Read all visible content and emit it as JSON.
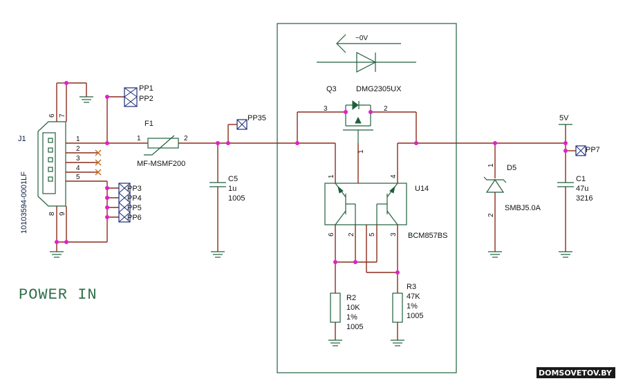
{
  "title": "POWER IN",
  "watermark": "DOMSOVETOV.BY",
  "connector": {
    "ref": "J1",
    "part": "10103594-0001LF",
    "pins": [
      "1",
      "2",
      "3",
      "4",
      "5",
      "6",
      "7",
      "8",
      "9"
    ]
  },
  "test_points": {
    "pp1": "PP1",
    "pp2": "PP2",
    "pp3": "PP3",
    "pp4": "PP4",
    "pp5": "PP5",
    "pp6": "PP6",
    "pp7": "PP7",
    "pp35": "PP35"
  },
  "fuse": {
    "ref": "F1",
    "part": "MF-MSMF200",
    "pin1": "1",
    "pin2": "2"
  },
  "c5": {
    "ref": "C5",
    "value": "1u",
    "size": "1005"
  },
  "diode_hint": {
    "label": "~0V"
  },
  "q3": {
    "ref": "Q3",
    "part": "DMG2305UX",
    "pin1": "1",
    "pin2": "2",
    "pin3": "3"
  },
  "u14": {
    "ref": "U14",
    "part": "BCM857BS",
    "pins": [
      "1",
      "2",
      "3",
      "4",
      "5",
      "6"
    ]
  },
  "r2": {
    "ref": "R2",
    "value": "10K",
    "tol": "1%",
    "size": "1005"
  },
  "r3": {
    "ref": "R3",
    "value": "47K",
    "tol": "1%",
    "size": "1005"
  },
  "d5": {
    "ref": "D5",
    "part": "SMBJ5.0A",
    "pin1": "1",
    "pin2": "2"
  },
  "c1": {
    "ref": "C1",
    "value": "47u",
    "size": "3216"
  },
  "rail": {
    "label": "5V"
  },
  "colors": {
    "wire": "#8b2a1a",
    "symbol": "#1f5f3c",
    "junction": "#e020c8",
    "testpoint": "#1a2a7a"
  }
}
